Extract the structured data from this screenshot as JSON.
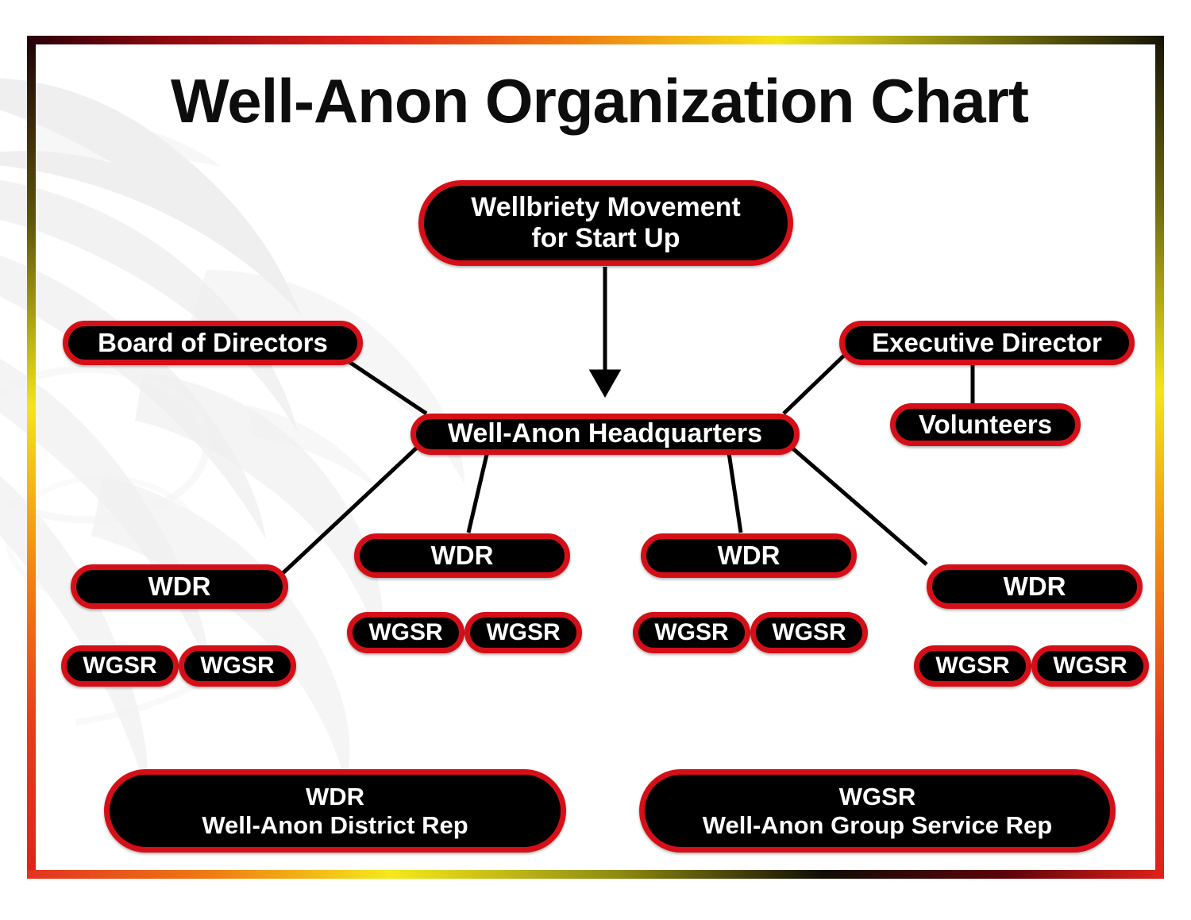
{
  "title": "Well-Anon Organization Chart",
  "colors": {
    "node_fill": "#000000",
    "node_border": "#d50f17",
    "node_text": "#ffffff",
    "title_text": "#0d0d0d",
    "connector": "#000000",
    "frame_gradient": [
      "#2a0008",
      "#e2241b",
      "#f07c12",
      "#f3e51a",
      "#7e7a10",
      "#161307"
    ]
  },
  "nodes": {
    "root": "Wellbriety Movement\nfor Start Up",
    "headquarters": "Well-Anon Headquarters",
    "board": "Board of Directors",
    "executive_director": "Executive Director",
    "volunteers": "Volunteers",
    "wdr_1": "WDR",
    "wdr_2": "WDR",
    "wdr_3": "WDR",
    "wdr_4": "WDR",
    "wgsr_1a": "WGSR",
    "wgsr_1b": "WGSR",
    "wgsr_2a": "WGSR",
    "wgsr_2b": "WGSR",
    "wgsr_3a": "WGSR",
    "wgsr_3b": "WGSR",
    "wgsr_4a": "WGSR",
    "wgsr_4b": "WGSR"
  },
  "legend": {
    "wdr": "WDR\nWell-Anon District Rep",
    "wgsr": "WGSR\nWell-Anon Group Service Rep"
  },
  "watermark": {
    "name": "eagle-feather-artwork"
  }
}
